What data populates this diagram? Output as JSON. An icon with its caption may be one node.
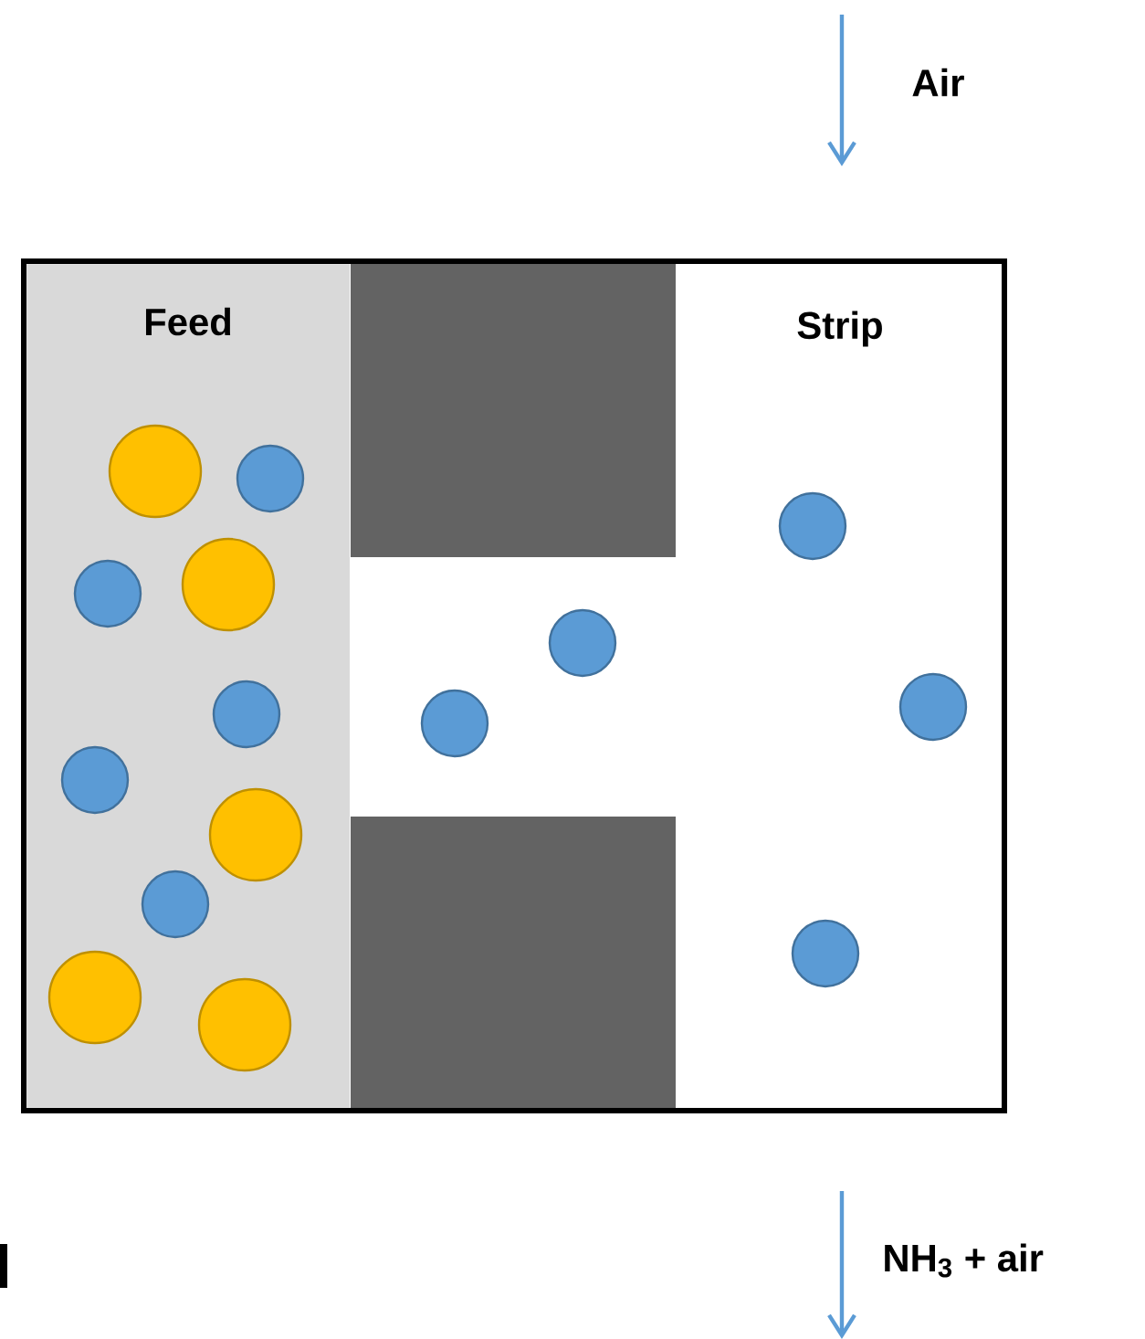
{
  "diagram": {
    "nodes": [
      {
        "text": [
          "Feed"
        ]
      },
      {
        "text": [
          "Strip"
        ]
      }
    ],
    "labels": [
      "Air",
      "NH$_{3}$ + air"
    ]
  }
}
